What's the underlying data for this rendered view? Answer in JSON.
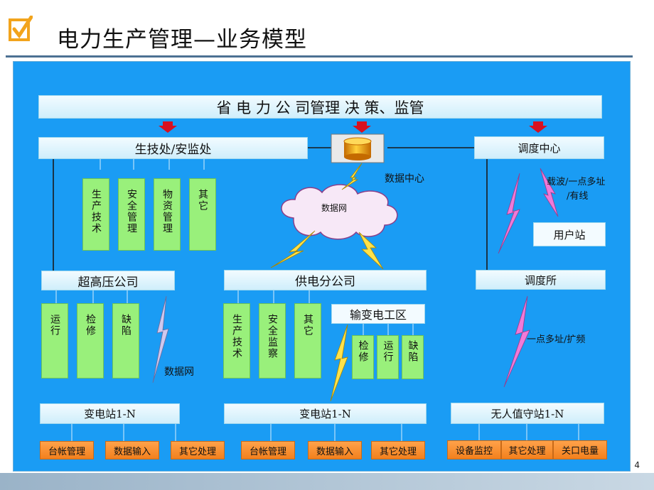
{
  "title": "电力生产管理—业务模型",
  "page_number": "4",
  "top_bar": "省 电 力 公 司管理  决 策、监管",
  "shengji": {
    "label": "生技处/安监处",
    "columns": [
      "生产技术",
      "安全管理",
      "物资管理",
      "其它"
    ]
  },
  "data_center": "数据中心",
  "data_network_cloud": "数据网",
  "dispatch_center": {
    "label": "调度中心",
    "carrier_note_line1": "载波/一点多址",
    "carrier_note_line2": "/有线",
    "user_station": "用户站"
  },
  "dispatch_office": {
    "label": "调度所",
    "link_note": "一点多址/扩频"
  },
  "ehv": {
    "label": "超高压公司",
    "columns": [
      "运行",
      "检修",
      "缺陷"
    ],
    "network_note": "数据网",
    "substation": "变电站1-N",
    "tasks": [
      "台帐管理",
      "数据输入",
      "其它处理"
    ]
  },
  "supply": {
    "label": "供电分公司",
    "columns": [
      "生产技术",
      "安全监察",
      "其它"
    ],
    "sub_area": "输变电工区",
    "sub_columns": [
      "检修",
      "运行",
      "缺陷"
    ],
    "substation": "变电站1-N",
    "tasks": [
      "台帐管理",
      "数据输入",
      "其它处理"
    ]
  },
  "unmanned": {
    "substation": "无人值守站1-N",
    "tasks": [
      "设备监控",
      "其它处理",
      "关口电量"
    ]
  },
  "colors": {
    "panel": "#1a9cf4",
    "column_green": "#99f07b",
    "task_orange": "#f6891f",
    "arrow_red": "#d71020",
    "lightning_yellow": "#ffe24a",
    "lightning_pink": "#f07ad8"
  }
}
